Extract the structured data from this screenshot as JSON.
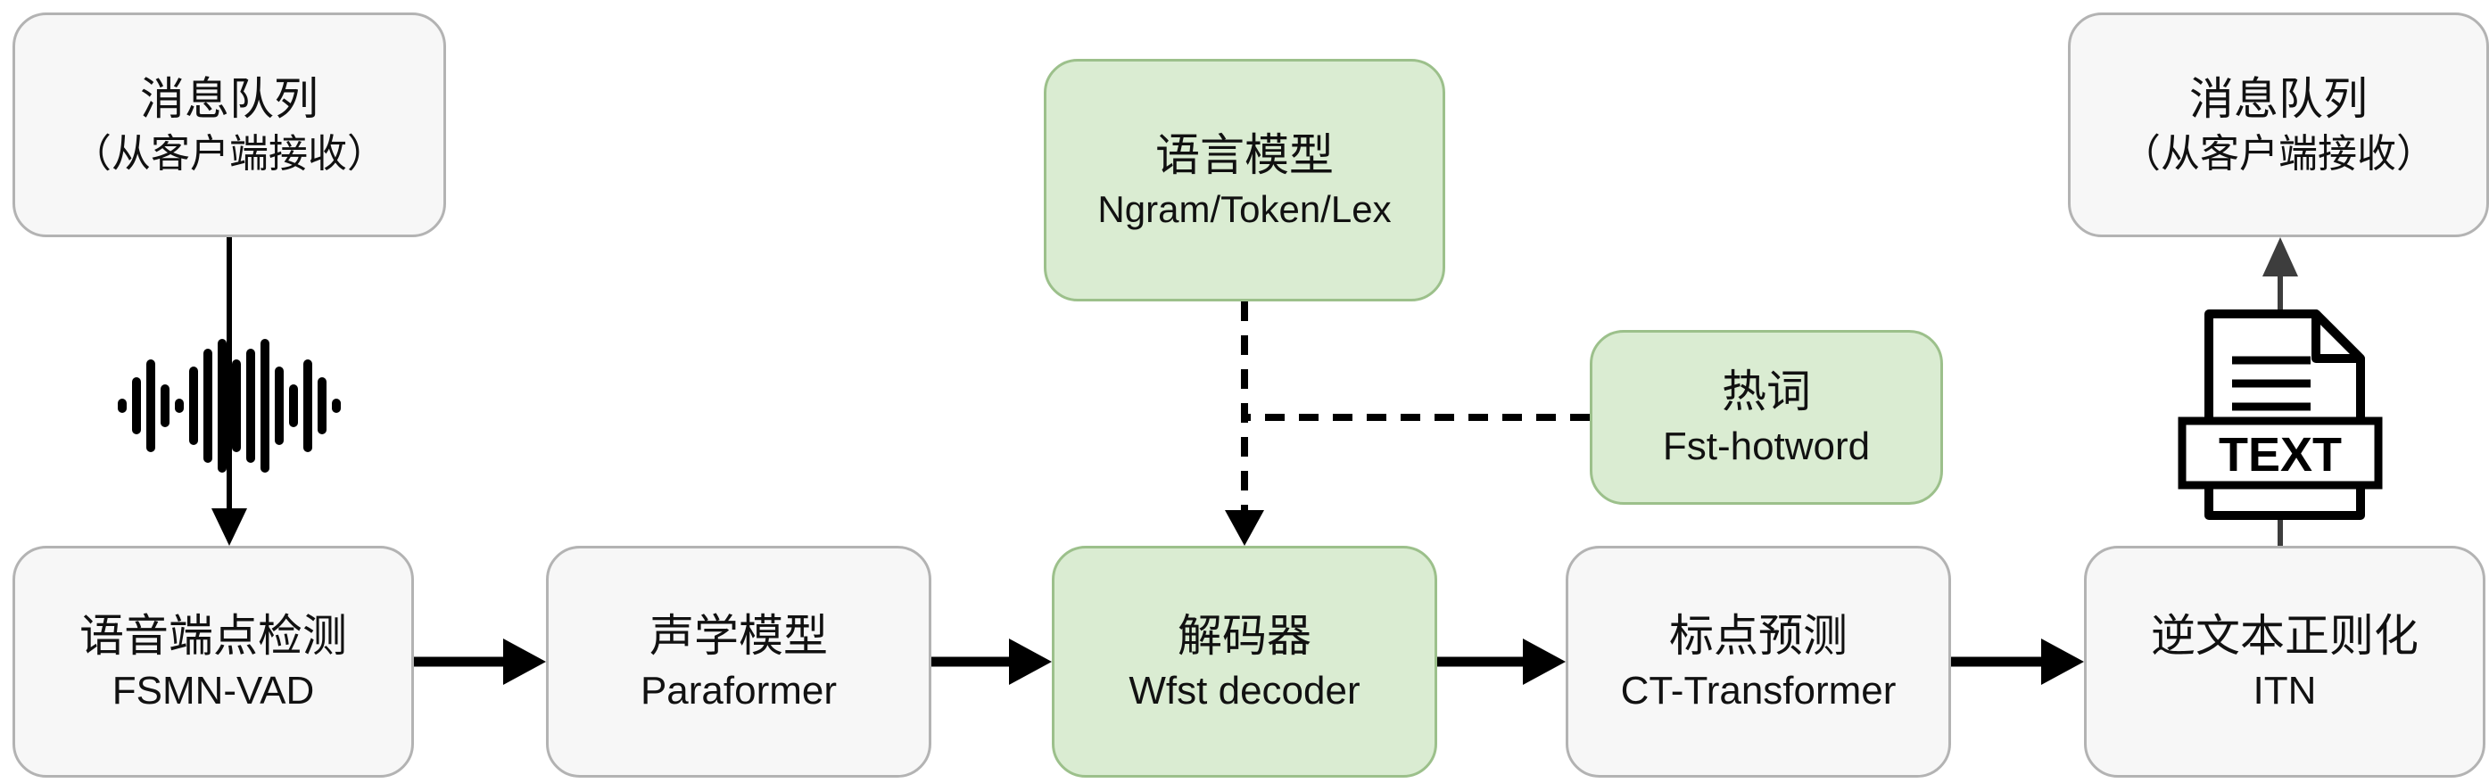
{
  "nodes": {
    "mq_in": {
      "line1": "消息队列",
      "line2": "（从客户端接收）"
    },
    "mq_out": {
      "line1": "消息队列",
      "line2": "（从客户端接收）"
    },
    "lm": {
      "line1": "语言模型",
      "line2": "Ngram/Token/Lex"
    },
    "hotword": {
      "line1": "热词",
      "line2": "Fst-hotword"
    },
    "vad": {
      "line1": "语音端点检测",
      "line2": "FSMN-VAD"
    },
    "am": {
      "line1": "声学模型",
      "line2": "Paraformer"
    },
    "decoder": {
      "line1": "解码器",
      "line2": "Wfst decoder"
    },
    "punc": {
      "line1": "标点预测",
      "line2": "CT-Transformer"
    },
    "itn": {
      "line1": "逆文本正则化",
      "line2": "ITN"
    }
  },
  "icons": {
    "waveform": "audio-waveform-icon",
    "text_file": "text-file-icon",
    "text_file_label": "TEXT"
  },
  "colors": {
    "box_gray_bg": "#f7f7f7",
    "box_gray_border": "#b3b3b3",
    "box_green_bg": "#daecd2",
    "box_green_border": "#9cc08b",
    "arrow_black": "#000000",
    "arrow_gray": "#3d3d3d",
    "text": "#111111"
  }
}
